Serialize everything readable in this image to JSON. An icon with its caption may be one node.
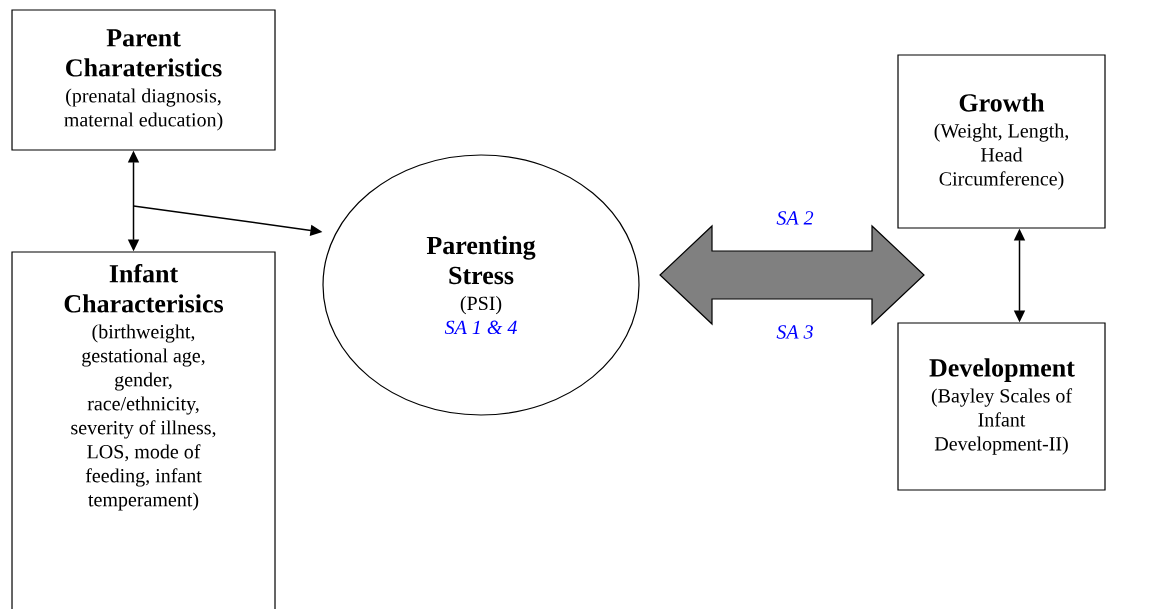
{
  "diagram": {
    "nodes": [
      {
        "text": [
          "Parent Charateristics",
          "(prenatal diagnosis, maternal education)"
        ]
      },
      {
        "text": [
          "Infant Characterisics",
          "(birthweight, gestational age, gender, race/ethnicity, severity of illness, LOS, mode of feeding, infant temperament)"
        ]
      },
      {
        "text": [
          "Parenting Stress",
          "(PSI)",
          "SA 1 & 4"
        ]
      },
      {
        "text": [
          "Growth",
          "(Weight, Length, Head Circumference)"
        ]
      },
      {
        "text": [
          "Development",
          "(Bayley Scales of Infant Development-II)"
        ]
      }
    ],
    "edges": [
      {
        "from": 0,
        "to": 1,
        "arrow": "both"
      },
      {
        "from": null,
        "to": 2,
        "arrow": "to"
      },
      {
        "from": 2,
        "to": 3,
        "arrow": "both",
        "label": "SA 2",
        "style": "thick",
        "color": "#808080"
      },
      {
        "from": 2,
        "to": 4,
        "arrow": "both",
        "label": "SA 3",
        "style": "thick",
        "color": "#808080"
      },
      {
        "from": 3,
        "to": 4,
        "arrow": "both"
      }
    ]
  }
}
